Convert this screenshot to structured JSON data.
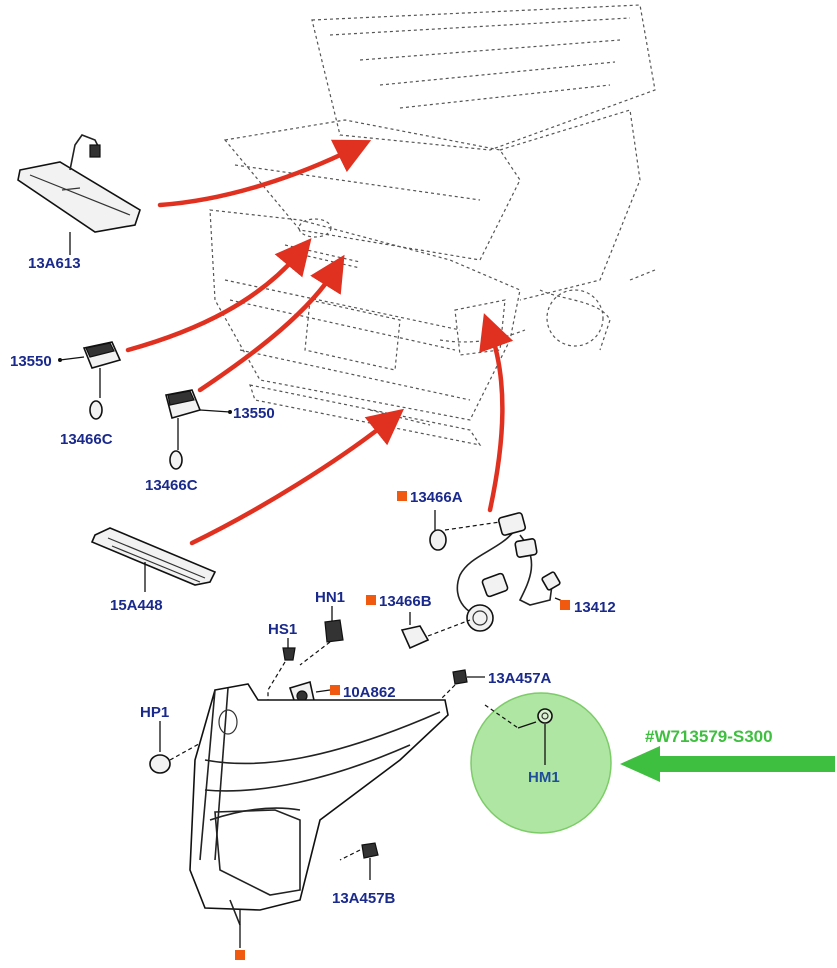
{
  "labels": {
    "l_13A613": "13A613",
    "l_13550_a": "13550",
    "l_13466C_a": "13466C",
    "l_13550_b": "13550",
    "l_13466C_b": "13466C",
    "l_13466A": "13466A",
    "l_15A448": "15A448",
    "l_HN1": "HN1",
    "l_13466B": "13466B",
    "l_13412": "13412",
    "l_HS1": "HS1",
    "l_10A862": "10A862",
    "l_13A457A": "13A457A",
    "l_HP1": "HP1",
    "l_HM1": "HM1",
    "l_13A457B": "13A457B"
  },
  "callout": {
    "part_number": "#W713579-S300"
  },
  "colors": {
    "label_text": "#1a2a8c",
    "callout_green": "#3fbf3f",
    "highlight_circle": "#8fdc7c",
    "arrow_red": "#e03020",
    "marker_orange": "#f05a10"
  }
}
